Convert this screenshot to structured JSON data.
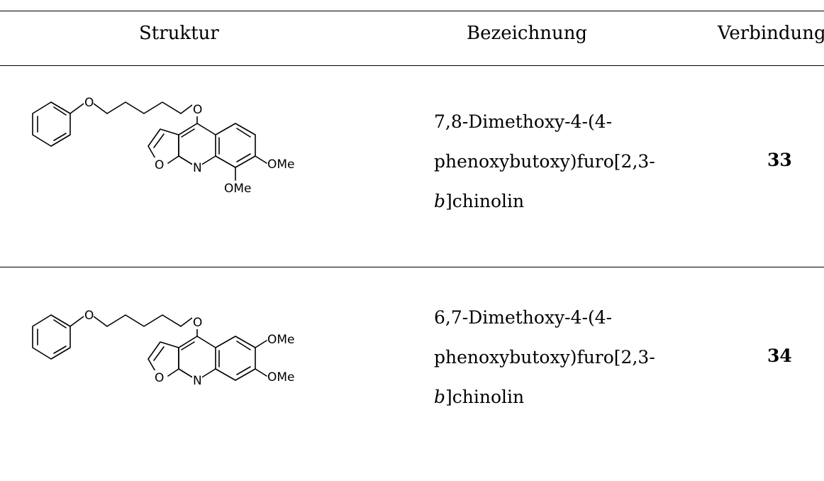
{
  "table": {
    "headers": {
      "structure": "Struktur",
      "name": "Bezeichnung",
      "compound": "Verbindung"
    },
    "rows": [
      {
        "name_lines": [
          "7,8-Dimethoxy-4-(4-",
          "phenoxybutoxy)furo[2,3-"
        ],
        "name_italic": "b",
        "name_rest": "]chinolin",
        "compound": "33",
        "atoms": {
          "ether_o": "O",
          "ring_n": "N",
          "furan_o": "O",
          "ome_a": "OMe",
          "ome_b": "OMe"
        }
      },
      {
        "name_lines": [
          "6,7-Dimethoxy-4-(4-",
          "phenoxybutoxy)furo[2,3-"
        ],
        "name_italic": "b",
        "name_rest": "]chinolin",
        "compound": "34",
        "atoms": {
          "ether_o": "O",
          "ring_n": "N",
          "furan_o": "O",
          "ome_a": "OMe",
          "ome_b": "OMe"
        }
      }
    ]
  }
}
